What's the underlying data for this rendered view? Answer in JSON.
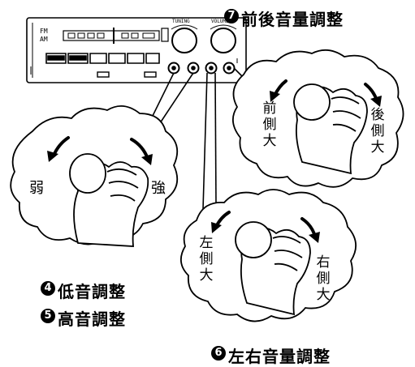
{
  "captions": {
    "fade": {
      "num": "7",
      "text": "前後音量調整"
    },
    "bass": {
      "num": "4",
      "text": "低音調整"
    },
    "treble": {
      "num": "5",
      "text": "高音調整"
    },
    "balance": {
      "num": "6",
      "text": "左右音量調整"
    }
  },
  "radio": {
    "band_fm": "FM",
    "band_am": "AM",
    "tuning_label": "TUNING",
    "volume_label": "VOLUME"
  },
  "bubbles": {
    "tone": {
      "left": "弱",
      "right": "強"
    },
    "fade": {
      "left": "前側大",
      "right": "後側大"
    },
    "balance": {
      "left": "左側大",
      "right": "右側大"
    }
  }
}
